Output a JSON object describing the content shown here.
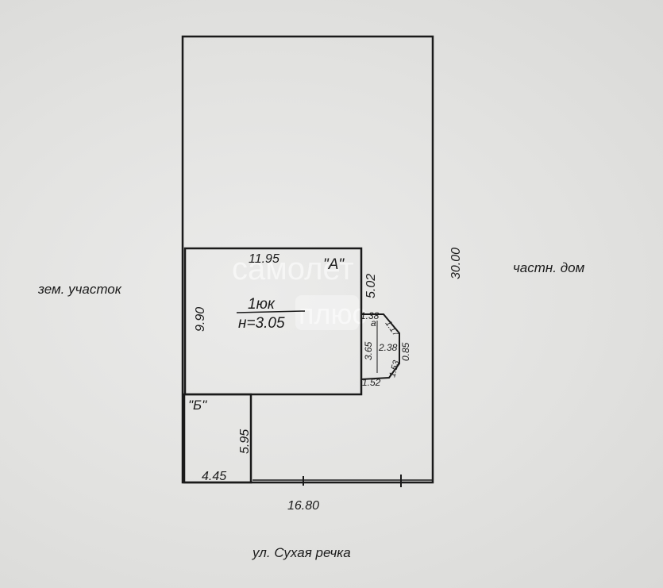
{
  "plot": {
    "neighbor_left": "зем. участок",
    "neighbor_right": "частн. дом",
    "street": "ул. Сухая речка",
    "side_right": "30.00",
    "side_bottom": "16.80"
  },
  "building_a": {
    "tag": "\"А\"",
    "width": "11.95",
    "height": "9.90",
    "right_upper": "5.02",
    "room": "1юк",
    "ceiling": "н=3.05"
  },
  "bay": {
    "letter": "а",
    "top": "1.38",
    "diag_top": "1.17",
    "inner": "2.38",
    "right": "0.85",
    "left": "3.65",
    "diag_bottom": "1.53",
    "bottom": "1.52"
  },
  "building_b": {
    "tag": "\"Б\"",
    "height": "5.95",
    "width": "4.45"
  },
  "watermark": {
    "brand": "самолет",
    "sub": "плюс"
  },
  "colors": {
    "line": "#1a1a1a",
    "background": "#e4e4e2"
  }
}
